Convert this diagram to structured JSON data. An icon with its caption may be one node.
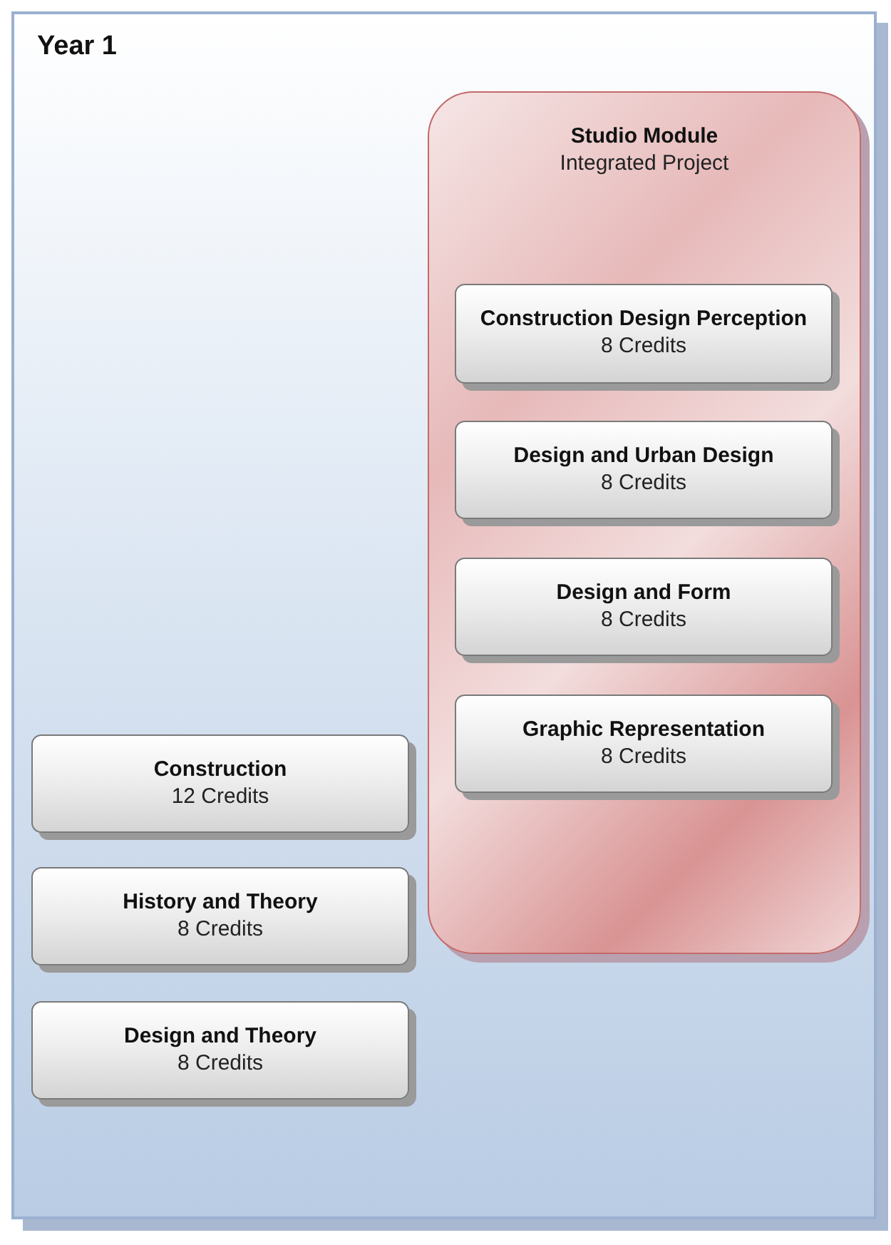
{
  "diagram": {
    "nodes": [
      {
        "text": [
          "Year 1"
        ]
      },
      {
        "text": [
          "Studio Module",
          "Integrated Project"
        ],
        "in": 0
      },
      {
        "text": [
          "Construction Design Perception",
          "8 Credits"
        ],
        "in": 1
      },
      {
        "text": [
          "Design and Urban Design",
          "8 Credits"
        ],
        "in": 1
      },
      {
        "text": [
          "Design and Form",
          "8 Credits"
        ],
        "in": 1
      },
      {
        "text": [
          "Graphic Representation",
          "8 Credits"
        ],
        "in": 1
      },
      {
        "text": [
          "Construction",
          "12 Credits"
        ],
        "in": 0
      },
      {
        "text": [
          "History and Theory",
          "8 Credits"
        ],
        "in": 0
      },
      {
        "text": [
          "Design and Theory",
          "8 Credits"
        ],
        "in": 0
      }
    ]
  }
}
